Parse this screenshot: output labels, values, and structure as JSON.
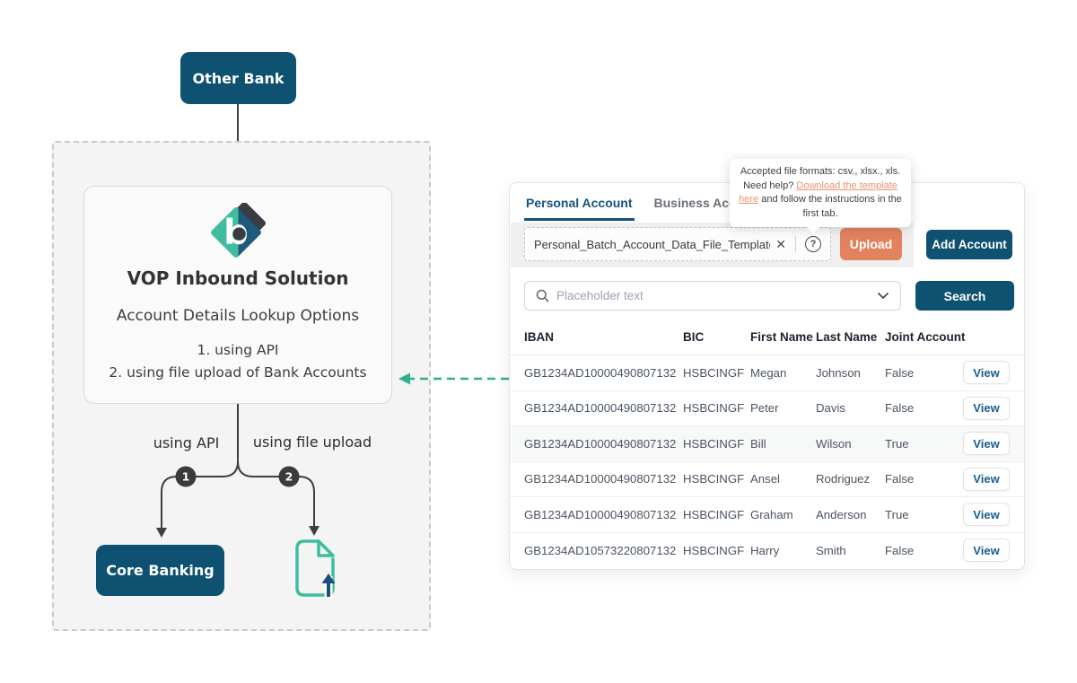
{
  "diagram": {
    "other_bank_label": "Other Bank",
    "solution": {
      "title": "VOP Inbound Solution",
      "subtitle": "Account Details Lookup Options",
      "option1": "1. using API",
      "option2": "2. using file upload of Bank Accounts"
    },
    "branches": [
      {
        "badge": "1",
        "label": "using API"
      },
      {
        "badge": "2",
        "label": "using file upload"
      }
    ],
    "core_banking_label": "Core Banking",
    "logo_letter": "b"
  },
  "panel": {
    "tabs": [
      {
        "label": "Personal Account",
        "active": true
      },
      {
        "label": "Business Account",
        "active": false
      }
    ],
    "tooltip": {
      "line1": "Accepted file formats: csv., xlsx., xls.",
      "line2_prefix": "Need help?",
      "link_text": "Download the template here",
      "line2_suffix": "and follow the instructions in the first tab."
    },
    "upload": {
      "filename": "Personal_Batch_Account_Data_File_Template.csv",
      "close_glyph": "✕",
      "help_glyph": "?",
      "upload_button": "Upload",
      "add_account_button": "Add Account"
    },
    "search": {
      "placeholder": "Placeholder text",
      "button_label": "Search"
    },
    "table": {
      "columns": [
        "IBAN",
        "BIC",
        "First Name",
        "Last Name",
        "Joint Account"
      ],
      "view_label": "View",
      "highlighted_row_index": 2,
      "rows": [
        {
          "iban": "GB1234AD10000490807132",
          "bic": "HSBCINGF",
          "first": "Megan",
          "last": "Johnson",
          "joint": "False"
        },
        {
          "iban": "GB1234AD10000490807132",
          "bic": "HSBCINGF",
          "first": "Peter",
          "last": "Davis",
          "joint": "False"
        },
        {
          "iban": "GB1234AD10000490807132",
          "bic": "HSBCINGF",
          "first": "Bill",
          "last": "Wilson",
          "joint": "True"
        },
        {
          "iban": "GB1234AD10000490807132",
          "bic": "HSBCINGF",
          "first": "Ansel",
          "last": "Rodriguez",
          "joint": "False"
        },
        {
          "iban": "GB1234AD10000490807132",
          "bic": "HSBCINGF",
          "first": "Graham",
          "last": "Anderson",
          "joint": "True"
        },
        {
          "iban": "GB1234AD10573220807132",
          "bic": "HSBCINGF",
          "first": "Harry",
          "last": "Smith",
          "joint": "False"
        }
      ]
    }
  },
  "colors": {
    "primary_teal": "#0e5170",
    "tab_active": "#15537e",
    "salmon_button": "#e2825e",
    "salmon_link": "#ea9273",
    "arrow_teal": "#2fae92",
    "logo_green": "#41bd9d",
    "logo_dark": "#383d44",
    "logo_blue": "#1d5a7c",
    "frame_bg": "#f4f4f4"
  }
}
